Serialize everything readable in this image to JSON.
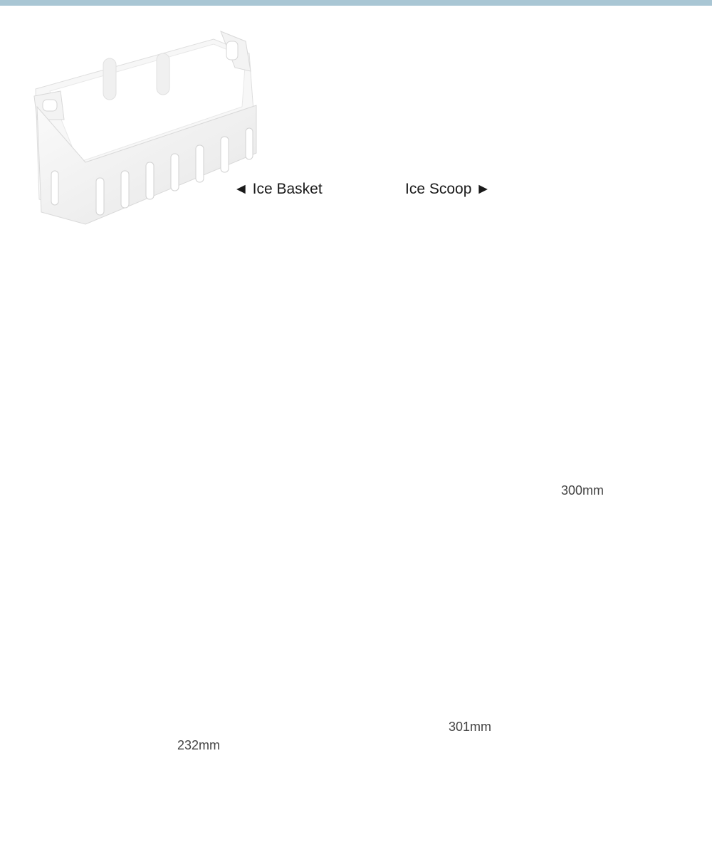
{
  "header": {
    "bar_color": "#a9c6d4"
  },
  "accessories": [
    {
      "name": "ice-basket",
      "label": "◄ Ice Basket"
    },
    {
      "name": "ice-scoop",
      "label": "Ice Scoop ►"
    }
  ],
  "dimensions": {
    "height": "300mm",
    "depth": "232mm",
    "width": "301mm"
  },
  "colors": {
    "body": "#efefef",
    "bin_tint": "#3c3c3c",
    "panel": "#1b1b1b",
    "dimension_line": "#111111",
    "dimension_text": "#444444"
  }
}
